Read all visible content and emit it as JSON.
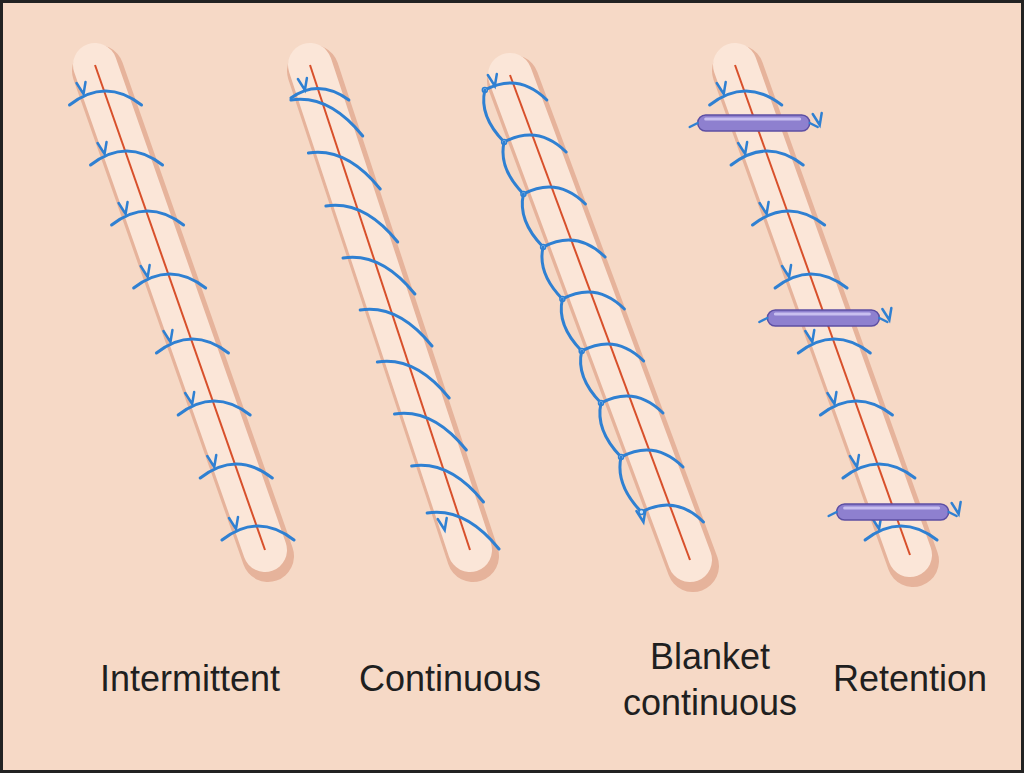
{
  "diagram": {
    "labels": [
      "Intermittent",
      "Continuous",
      "Blanket continuous",
      "Retention"
    ]
  }
}
